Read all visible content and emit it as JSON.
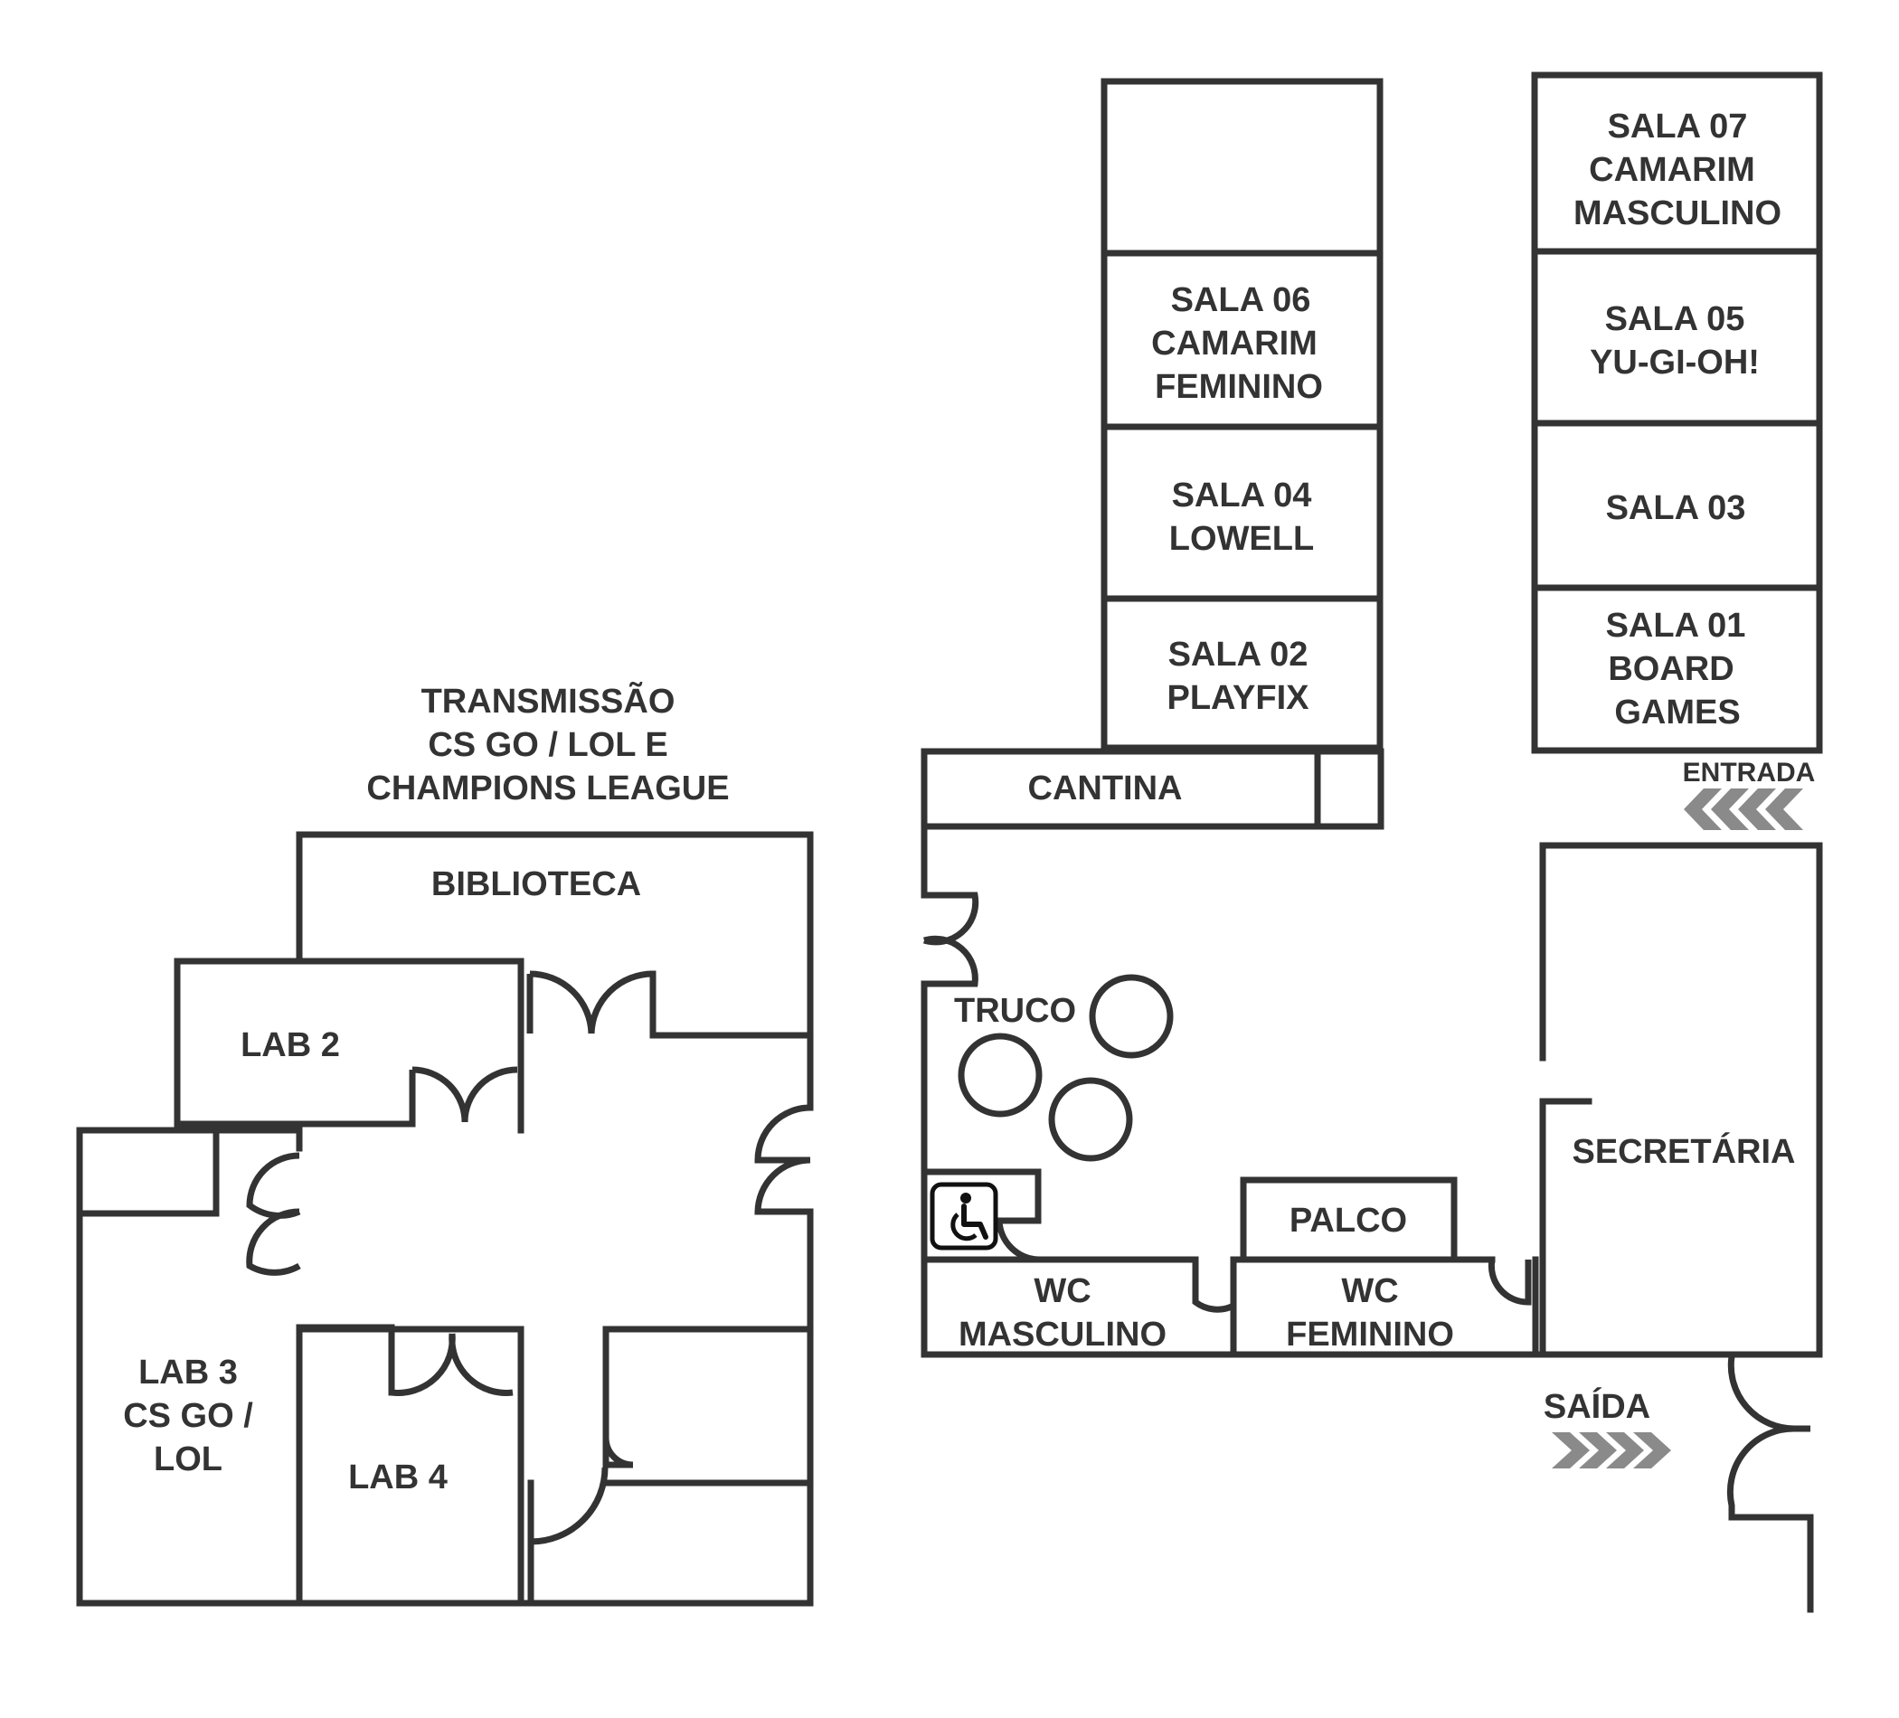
{
  "map": {
    "broadcast_label": [
      "TRANSMISSÃO",
      "CS GO / LOL E",
      "CHAMPIONS LEAGUE"
    ],
    "left_building": {
      "biblioteca": "BIBLIOTECA",
      "lab2": "LAB 2",
      "lab3": [
        "LAB 3",
        "CS GO /",
        "LOL"
      ],
      "lab4": "LAB 4"
    },
    "rooms": {
      "sala06": [
        "SALA 06",
        "CAMARIM",
        "FEMININO"
      ],
      "sala04": [
        "SALA 04",
        "LOWELL"
      ],
      "sala02": [
        "SALA 02",
        "PLAYFIX"
      ],
      "sala07": [
        "SALA 07",
        "CAMARIM",
        "MASCULINO"
      ],
      "sala05": [
        "SALA 05",
        "YU-GI-OH!"
      ],
      "sala03": "SALA 03",
      "sala01": [
        "SALA 01",
        "BOARD",
        "GAMES"
      ],
      "cantina": "CANTINA"
    },
    "hall": {
      "truco": "TRUCO",
      "palco": "PALCO",
      "wc_masculino": [
        "WC",
        "MASCULINO"
      ],
      "wc_feminino": [
        "WC",
        "FEMININO"
      ],
      "secretaria": "SECRETÁRIA"
    },
    "markers": {
      "entrada": "ENTRADA",
      "saida": "SAÍDA",
      "accessibility_icon": "wheelchair-icon"
    },
    "colors": {
      "wall": "#333333",
      "arrow": "#8a8a8a",
      "background": "#ffffff"
    }
  }
}
